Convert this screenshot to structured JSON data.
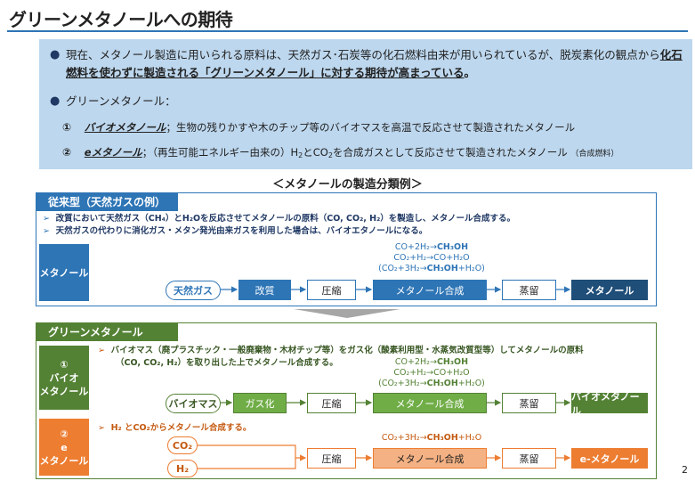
{
  "title": "グリーンメタノールへの期待",
  "intro": {
    "bullet1_pre": "現在、メタノール製造に用いられる原料は、天然ガス･石炭等の化石燃料由来が用いられているが、脱炭素化の観点から",
    "bullet1_emph": "化石燃料を使わずに製造される「グリーンメタノール」に対する期待が高まっている",
    "bullet1_post": "。",
    "bullet2": "グリーンメタノール：",
    "item1_num": "①",
    "item1_name": "バイオメタノール",
    "item1_desc": "；生物の残りかすや木のチップ等のバイオマスを高温で反応させて製造されたメタノール",
    "item2_num": "②",
    "item2_name": "eメタノール",
    "item2_desc_a": "；（再生可能エネルギー由来の）H",
    "item2_desc_b": "とCO",
    "item2_desc_c": "を合成ガスとして反応させて製造されたメタノール",
    "item2_note": "（合成燃料）"
  },
  "section_heading": "＜メタノールの製造分類例＞",
  "conventional": {
    "title": "従来型（天然ガスの例）",
    "line1": "改質において天然ガス（CH₄）とH₂Oを反応させてメタノールの原料（CO, CO₂, H₂）を製造し、メタノール合成する。",
    "line2": "天然ガスの代わりに消化ガス・メタン発光由来ガスを利用した場合は、バイオエタノールになる。",
    "side": "メタノール",
    "eq1": "CO+2H₂→",
    "eq1_b": "CH₃OH",
    "eq2": "CO₂+H₂→CO+H₂O",
    "eq3a": "(CO₂+3H₂→",
    "eq3b": "CH₃OH",
    "eq3c": "+H₂O)",
    "source": "天然ガス",
    "steps": [
      "改質",
      "圧縮",
      "メタノール合成",
      "蒸留"
    ],
    "final": "メタノール"
  },
  "green": {
    "title": "グリーンメタノール",
    "bio": {
      "side_num": "①",
      "side": "バイオ\nメタノール",
      "line1": "バイオマス（廃プラスチック・一般廃棄物・木材チップ等）をガス化（酸素利用型・水蒸気改質型等）してメタノールの原料",
      "line2": "（CO, CO₂, H₂）を取り出した上でメタノール合成する。",
      "eq1": "CO+2H₂→",
      "eq1_b": "CH₃OH",
      "eq2": "CO₂+H₂→CO+H₂O",
      "eq3a": "(CO₂+3H₂→",
      "eq3b": "CH₃OH",
      "eq3c": "+H₂O)",
      "source": "バイオマス",
      "steps": [
        "ガス化",
        "圧縮",
        "メタノール合成",
        "蒸留"
      ],
      "final": "バイオメタノール"
    },
    "e": {
      "side_num": "②",
      "side_mid": "e",
      "side": "メタノール",
      "line1": "H₂ とCO₂からメタノール合成する。",
      "eq1a": "CO₂+3H₂→",
      "eq1b": "CH₃OH",
      "eq1c": "+H₂O",
      "source1": "CO₂",
      "source2": "H₂",
      "steps": [
        "圧縮",
        "メタノール合成",
        "蒸留"
      ],
      "final": "e-メタノール"
    }
  },
  "page_number": "2",
  "colors": {
    "blue": "#2e75b6",
    "green": "#548235",
    "orange": "#ed7d31",
    "light_blue": "#bdd7ee"
  }
}
